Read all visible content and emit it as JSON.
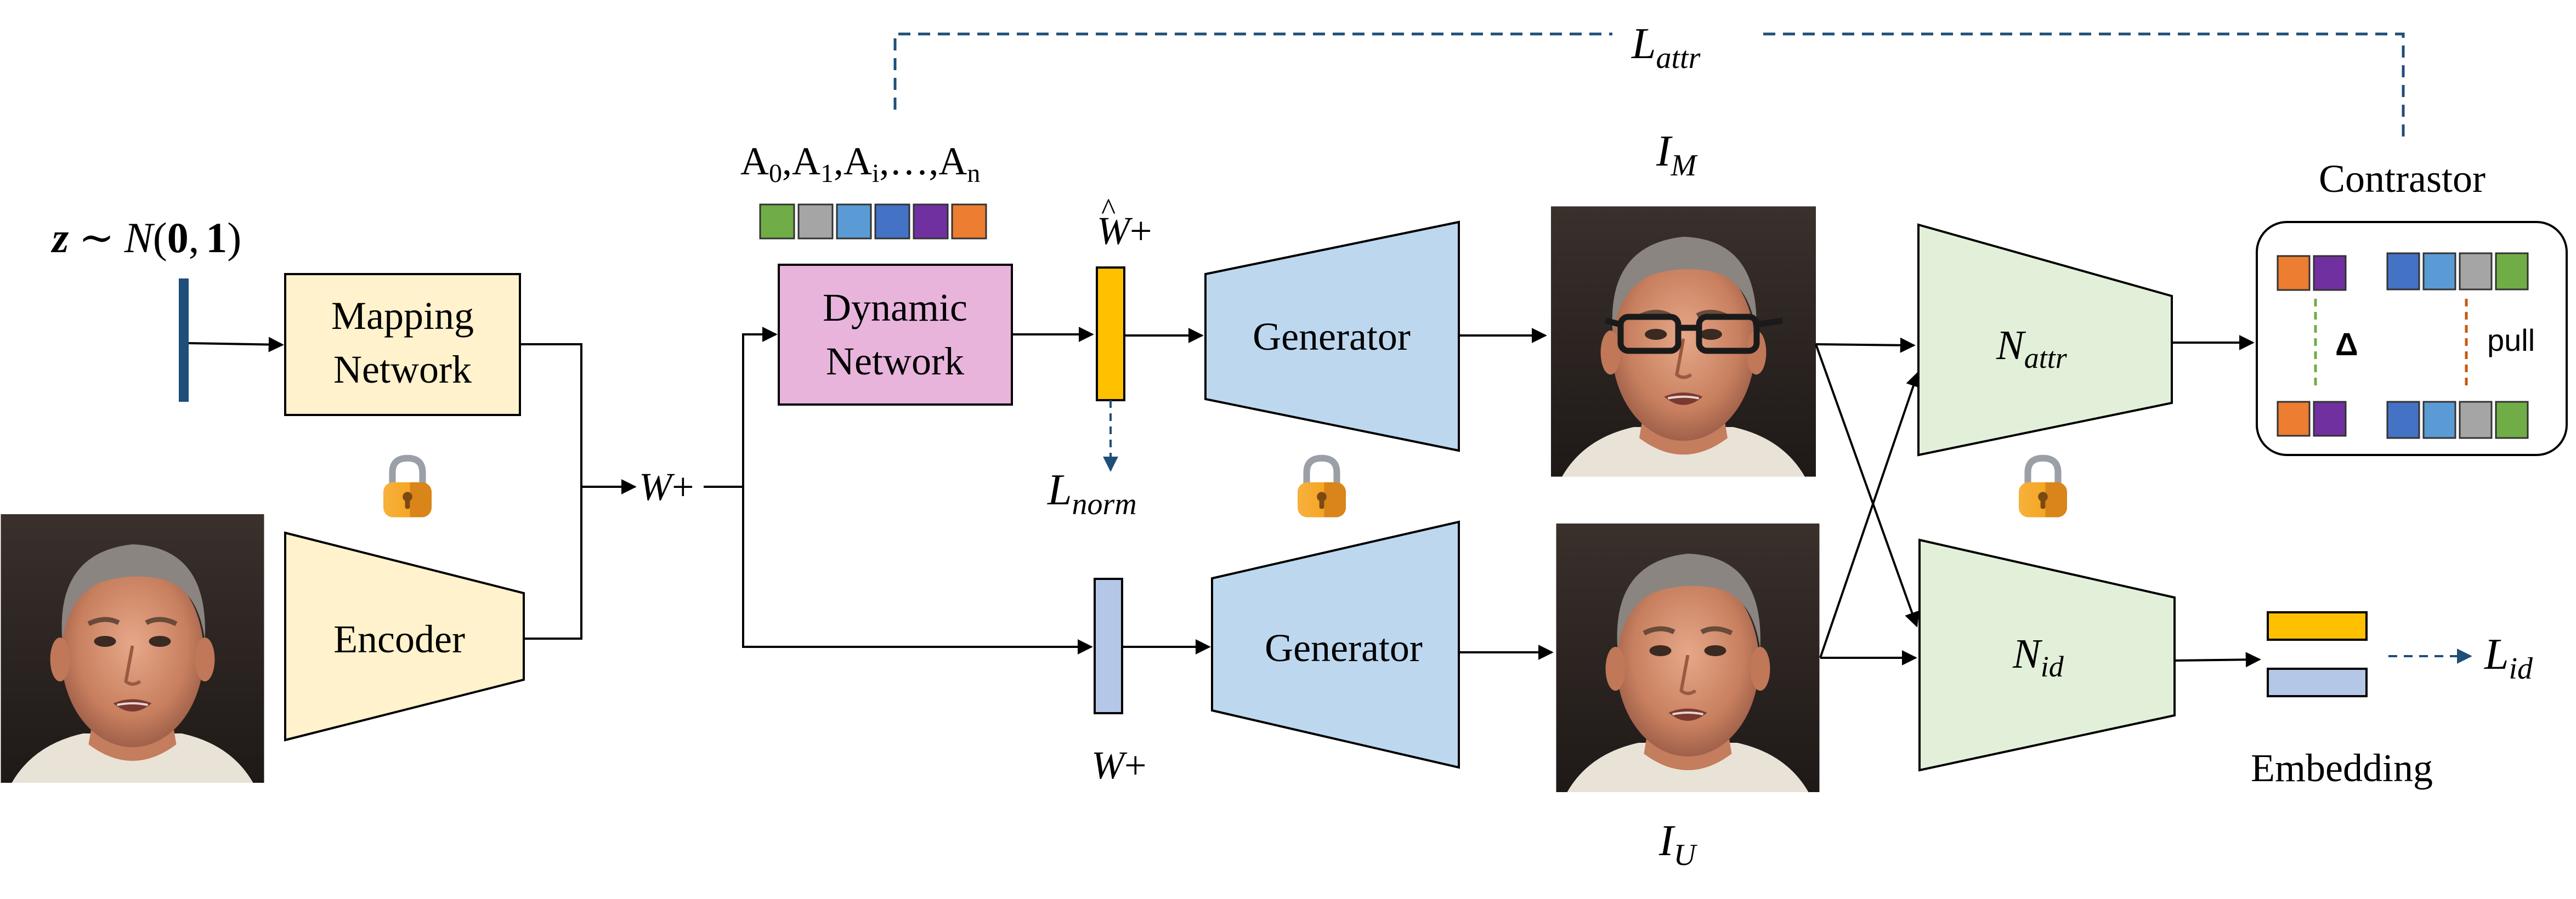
{
  "noise": {
    "z": "z",
    "tilde": "∼",
    "n": "N",
    "open": "(",
    "zero": "0",
    "comma": ",",
    "one": "1",
    "close": ")"
  },
  "mapping_network": {
    "line1": "Mapping",
    "line2": "Network"
  },
  "encoder": {
    "label": "Encoder"
  },
  "latent_w": {
    "w": "W",
    "plus": "+"
  },
  "attributes": {
    "base": "A",
    "label_parts": [
      {
        "sub": "0",
        "sep": ","
      },
      {
        "sub": "1",
        "sep": ","
      },
      {
        "sub": "i",
        "sep": ",…,"
      },
      {
        "sub": "n",
        "sep": ""
      }
    ],
    "swatch_colors": [
      "#70ad47",
      "#a5a5a5",
      "#5b9bd5",
      "#4472c4",
      "#7030a0",
      "#ed7d31"
    ]
  },
  "dynamic_network": {
    "line1": "Dynamic",
    "line2": "Network"
  },
  "w_hat": {
    "w": "W",
    "hat": "^",
    "plus": "+"
  },
  "loss_norm": {
    "l": "L",
    "sub": "norm"
  },
  "generator_top": {
    "label": "Generator"
  },
  "generator_bottom": {
    "label": "Generator"
  },
  "w_plus_bottom": {
    "w": "W",
    "plus": "+"
  },
  "image_modified": {
    "label_base": "I",
    "label_sub": "M"
  },
  "image_unmodified": {
    "label_base": "I",
    "label_sub": "U"
  },
  "n_attr": {
    "base": "N",
    "sub": "attr"
  },
  "n_id": {
    "base": "N",
    "sub": "id"
  },
  "loss_attr": {
    "l": "L",
    "sub": "attr"
  },
  "contrastor": {
    "title": "Contrastor",
    "delta": "Δ",
    "pull": "pull",
    "left_colors": [
      "#ed7d31",
      "#7030a0"
    ],
    "right_colors": [
      "#4472c4",
      "#5b9bd5",
      "#a5a5a5",
      "#70ad47"
    ]
  },
  "embedding": {
    "label": "Embedding",
    "top_color": "#ffc000",
    "bottom_color": "#b4c7e7"
  },
  "loss_id": {
    "l": "L",
    "sub": "id"
  },
  "colors": {
    "mapping_fill": "#fff2cc",
    "dynamic_fill": "#e8b4dc",
    "generator_fill": "#bdd7ee",
    "n_net_fill": "#e2f0d9",
    "w_hat_bar": "#ffc000",
    "w_bar": "#b4c7e7",
    "z_bar": "#1f4e79",
    "dashed_line": "#1f4e79",
    "lock_body": "#f5a623"
  }
}
